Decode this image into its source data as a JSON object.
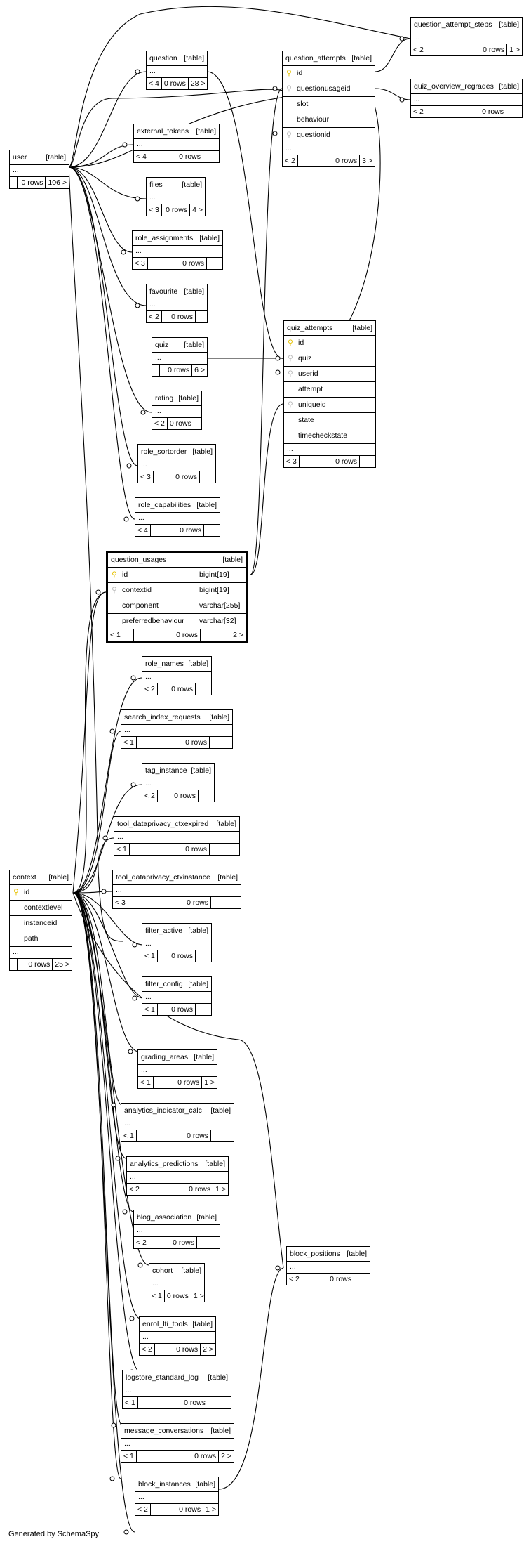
{
  "labels": {
    "table_tag": "[table]"
  },
  "tables": {
    "user": {
      "name": "user",
      "ellipsis": "...",
      "left": "",
      "rows": "0 rows",
      "right": "106 >"
    },
    "question": {
      "name": "question",
      "ellipsis": "...",
      "left": "< 4",
      "rows": "0 rows",
      "right": "28 >"
    },
    "question_attempt_steps": {
      "name": "question_attempt_steps",
      "ellipsis": "...",
      "left": "< 2",
      "rows": "0 rows",
      "right": "1 >"
    },
    "question_attempts": {
      "name": "question_attempts",
      "columns": [
        "id",
        "questionusageid",
        "slot",
        "behaviour",
        "questionid"
      ],
      "ellipsis": "...",
      "left": "< 2",
      "rows": "0 rows",
      "right": "3 >"
    },
    "quiz_overview_regrades": {
      "name": "quiz_overview_regrades",
      "ellipsis": "...",
      "left": "< 2",
      "rows": "0 rows",
      "right": ""
    },
    "external_tokens": {
      "name": "external_tokens",
      "ellipsis": "...",
      "left": "< 4",
      "rows": "0 rows",
      "right": ""
    },
    "files": {
      "name": "files",
      "ellipsis": "...",
      "left": "< 3",
      "rows": "0 rows",
      "right": "4 >"
    },
    "role_assignments": {
      "name": "role_assignments",
      "ellipsis": "...",
      "left": "< 3",
      "rows": "0 rows",
      "right": ""
    },
    "favourite": {
      "name": "favourite",
      "ellipsis": "...",
      "left": "< 2",
      "rows": "0 rows",
      "right": ""
    },
    "quiz": {
      "name": "quiz",
      "ellipsis": "...",
      "left": "",
      "rows": "0 rows",
      "right": "6 >"
    },
    "quiz_attempts": {
      "name": "quiz_attempts",
      "columns": [
        "id",
        "quiz",
        "userid",
        "attempt",
        "uniqueid",
        "state",
        "timecheckstate"
      ],
      "ellipsis": "...",
      "left": "< 3",
      "rows": "0 rows",
      "right": ""
    },
    "rating": {
      "name": "rating",
      "ellipsis": "...",
      "left": "< 2",
      "rows": "0 rows",
      "right": ""
    },
    "role_sortorder": {
      "name": "role_sortorder",
      "ellipsis": "...",
      "left": "< 3",
      "rows": "0 rows",
      "right": ""
    },
    "role_capabilities": {
      "name": "role_capabilities",
      "ellipsis": "...",
      "left": "< 4",
      "rows": "0 rows",
      "right": ""
    },
    "question_usages": {
      "name": "question_usages",
      "columns": [
        {
          "name": "id",
          "type": "bigint[19]"
        },
        {
          "name": "contextid",
          "type": "bigint[19]"
        },
        {
          "name": "component",
          "type": "varchar[255]"
        },
        {
          "name": "preferredbehaviour",
          "type": "varchar[32]"
        }
      ],
      "left": "< 1",
      "rows": "0 rows",
      "right": "2 >"
    },
    "role_names": {
      "name": "role_names",
      "ellipsis": "...",
      "left": "< 2",
      "rows": "0 rows",
      "right": ""
    },
    "search_index_requests": {
      "name": "search_index_requests",
      "ellipsis": "...",
      "left": "< 1",
      "rows": "0 rows",
      "right": ""
    },
    "tag_instance": {
      "name": "tag_instance",
      "ellipsis": "...",
      "left": "< 2",
      "rows": "0 rows",
      "right": ""
    },
    "tool_dataprivacy_ctxexpired": {
      "name": "tool_dataprivacy_ctxexpired",
      "ellipsis": "...",
      "left": "< 1",
      "rows": "0 rows",
      "right": ""
    },
    "tool_dataprivacy_ctxinstance": {
      "name": "tool_dataprivacy_ctxinstance",
      "ellipsis": "...",
      "left": "< 3",
      "rows": "0 rows",
      "right": ""
    },
    "context": {
      "name": "context",
      "columns": [
        "id",
        "contextlevel",
        "instanceid",
        "path"
      ],
      "ellipsis": "...",
      "left": "",
      "rows": "0 rows",
      "right": "25 >"
    },
    "filter_active": {
      "name": "filter_active",
      "ellipsis": "...",
      "left": "< 1",
      "rows": "0 rows",
      "right": ""
    },
    "filter_config": {
      "name": "filter_config",
      "ellipsis": "...",
      "left": "< 1",
      "rows": "0 rows",
      "right": ""
    },
    "grading_areas": {
      "name": "grading_areas",
      "ellipsis": "...",
      "left": "< 1",
      "rows": "0 rows",
      "right": "1 >"
    },
    "analytics_indicator_calc": {
      "name": "analytics_indicator_calc",
      "ellipsis": "...",
      "left": "< 1",
      "rows": "0 rows",
      "right": ""
    },
    "analytics_predictions": {
      "name": "analytics_predictions",
      "ellipsis": "...",
      "left": "< 2",
      "rows": "0 rows",
      "right": "1 >"
    },
    "blog_association": {
      "name": "blog_association",
      "ellipsis": "...",
      "left": "< 2",
      "rows": "0 rows",
      "right": ""
    },
    "block_positions": {
      "name": "block_positions",
      "ellipsis": "...",
      "left": "< 2",
      "rows": "0 rows",
      "right": ""
    },
    "cohort": {
      "name": "cohort",
      "ellipsis": "...",
      "left": "< 1",
      "rows": "0 rows",
      "right": "1 >"
    },
    "enrol_lti_tools": {
      "name": "enrol_lti_tools",
      "ellipsis": "...",
      "left": "< 2",
      "rows": "0 rows",
      "right": "2 >"
    },
    "logstore_standard_log": {
      "name": "logstore_standard_log",
      "ellipsis": "...",
      "left": "< 1",
      "rows": "0 rows",
      "right": ""
    },
    "message_conversations": {
      "name": "message_conversations",
      "ellipsis": "...",
      "left": "< 1",
      "rows": "0 rows",
      "right": "2 >"
    },
    "block_instances": {
      "name": "block_instances",
      "ellipsis": "...",
      "left": "< 2",
      "rows": "0 rows",
      "right": "1 >"
    }
  },
  "footer": {
    "credit": "Generated by SchemaSpy"
  }
}
